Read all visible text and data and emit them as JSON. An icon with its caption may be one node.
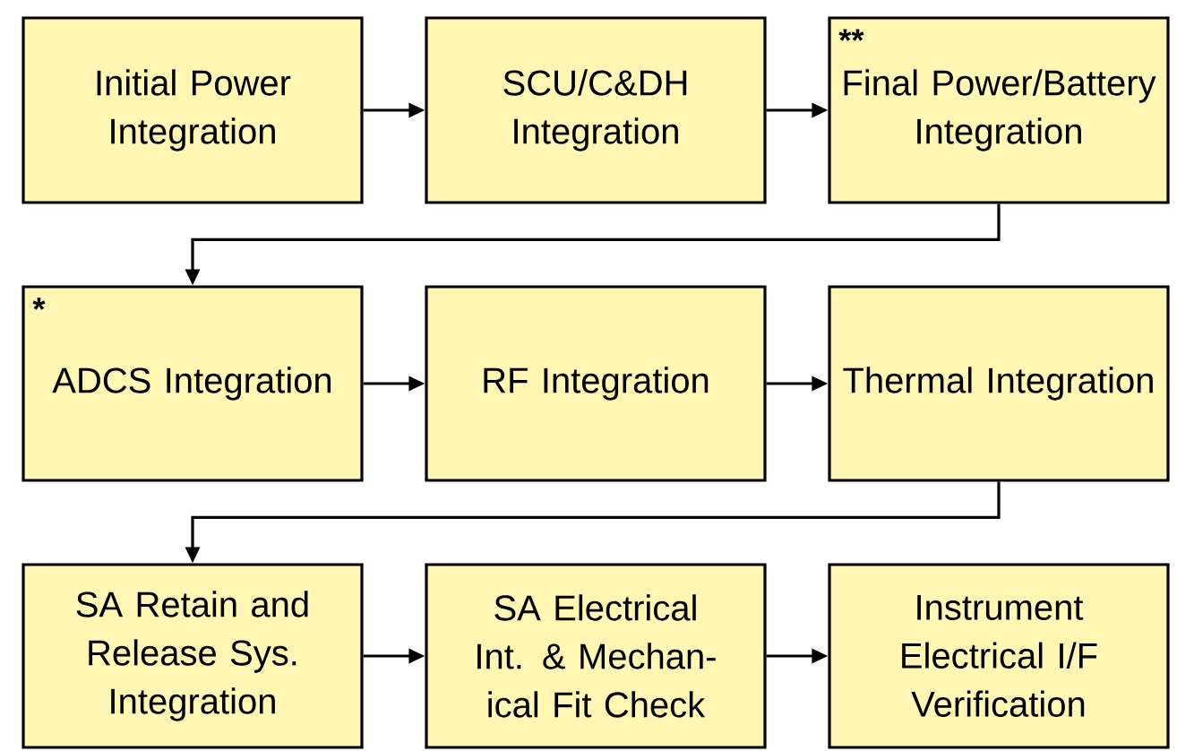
{
  "diagram": {
    "nodes": [
      {
        "text": [
          "Initial Power Integration"
        ]
      },
      {
        "text": [
          "SCU/C&DH Integration"
        ]
      },
      {
        "text": [
          "**",
          "Final Power/Battery Integration"
        ]
      },
      {
        "text": [
          "*",
          "ADCS Integration"
        ]
      },
      {
        "text": [
          "RF Integration"
        ]
      },
      {
        "text": [
          "Thermal Integration"
        ]
      },
      {
        "text": [
          "SA Retain and Release Sys. Integration"
        ]
      },
      {
        "text": [
          "SA Electrical Int. & Mechan- ical Fit Check"
        ]
      },
      {
        "text": [
          "Instrument Electrical I/F Verification"
        ]
      }
    ],
    "edges": [
      {
        "from": 0,
        "to": 1,
        "arrow": "to"
      },
      {
        "from": 1,
        "to": 2,
        "arrow": "to"
      },
      {
        "from": 2,
        "to": 3,
        "arrow": "to"
      },
      {
        "from": 3,
        "to": 4,
        "arrow": "to"
      },
      {
        "from": 4,
        "to": 5,
        "arrow": "to"
      },
      {
        "from": 5,
        "to": 6,
        "arrow": "to"
      },
      {
        "from": 6,
        "to": 7,
        "arrow": "to"
      },
      {
        "from": 7,
        "to": 8,
        "arrow": "to"
      }
    ]
  }
}
